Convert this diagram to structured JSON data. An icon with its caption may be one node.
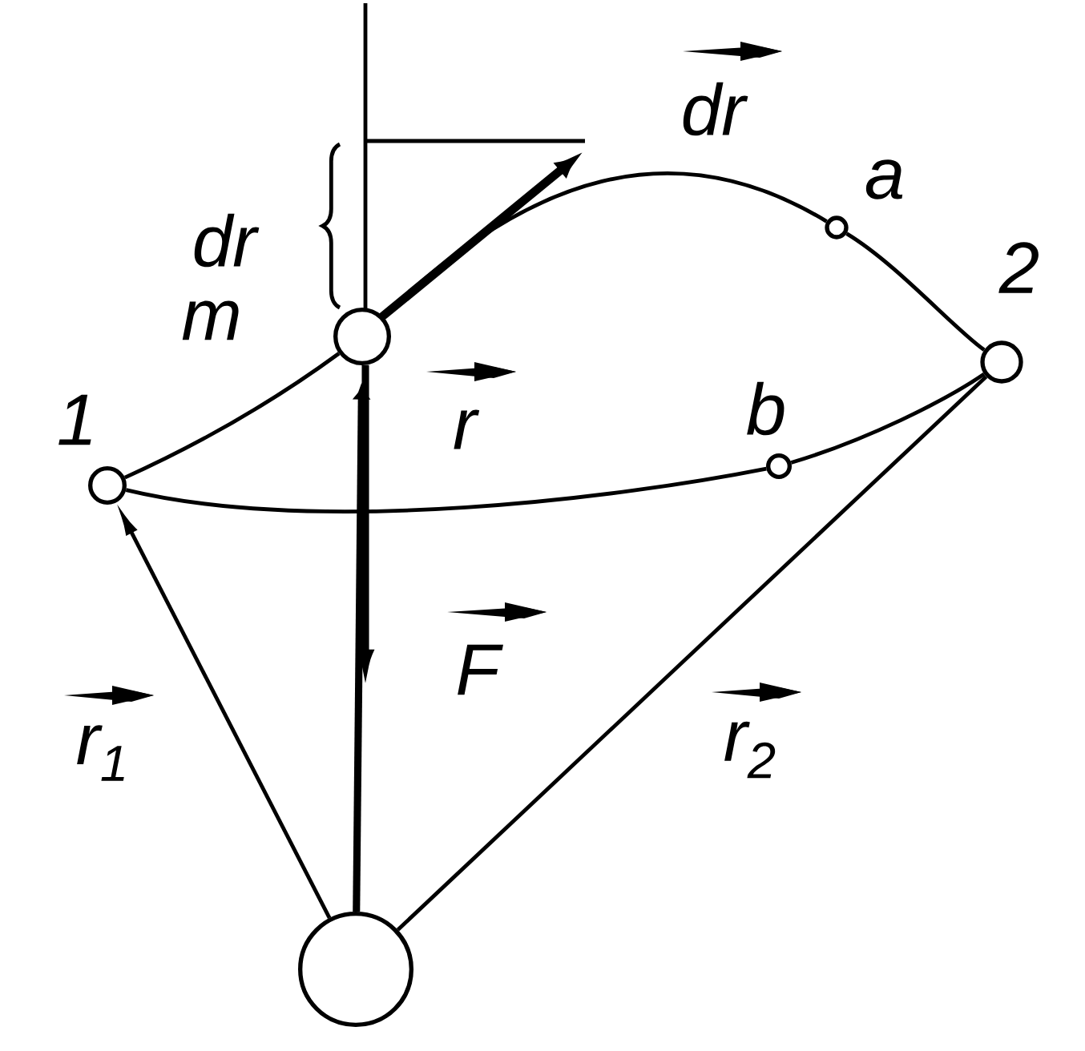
{
  "diagram": {
    "nodes": [
      {
        "text": [],
        "shape": "circle"
      },
      {
        "text": [],
        "shape": "circle",
        "beside": [
          "1"
        ]
      },
      {
        "text": [],
        "shape": "circle",
        "beside": [
          "m"
        ]
      },
      {
        "text": [],
        "shape": "circle",
        "beside": [
          "a"
        ]
      },
      {
        "text": [],
        "shape": "circle",
        "beside": [
          "2"
        ]
      },
      {
        "text": [],
        "shape": "circle",
        "beside": [
          "b"
        ]
      }
    ],
    "edges": [
      {
        "from": 0,
        "to": 1,
        "arrow": "to",
        "label": "r$_{1}$"
      },
      {
        "from": 0,
        "to": 4,
        "arrow": "none",
        "label": "r$_{2}$"
      },
      {
        "from": 0,
        "to": 2,
        "arrow": "to",
        "label": "r",
        "style": "thick"
      },
      {
        "from": 1,
        "to": 2,
        "arrow": "none"
      },
      {
        "from": 2,
        "to": 3,
        "arrow": "none"
      },
      {
        "from": 3,
        "to": 4,
        "arrow": "none"
      },
      {
        "from": 1,
        "to": 5,
        "arrow": "none"
      },
      {
        "from": 5,
        "to": 4,
        "arrow": "none"
      }
    ],
    "labels": [
      "dr",
      "dr",
      "F"
    ]
  }
}
